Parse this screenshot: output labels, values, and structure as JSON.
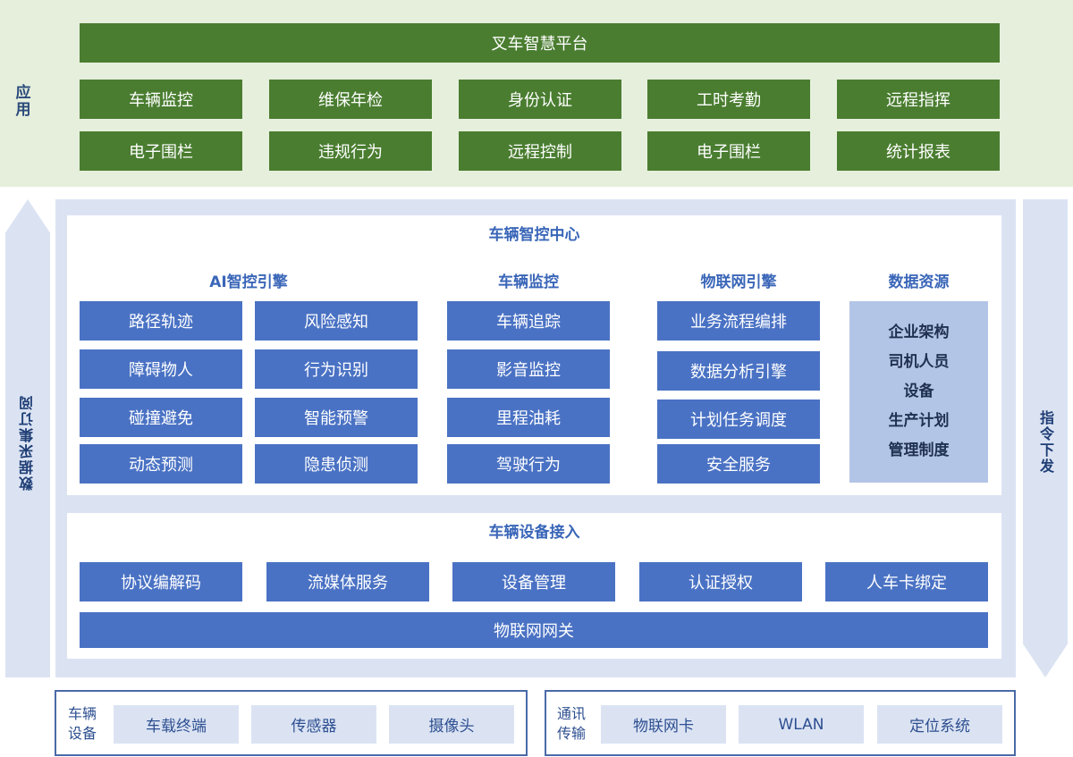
{
  "app_layer": {
    "label": "应用",
    "platform": "叉车智慧平台",
    "rows": [
      [
        "车辆监控",
        "维保年检",
        "身份认证",
        "工时考勤",
        "远程指挥"
      ],
      [
        "电子围栏",
        "违规行为",
        "远程控制",
        "电子围栏",
        "统计报表"
      ]
    ]
  },
  "left_arrow": "数据采集订阅",
  "right_arrow": "指令下发",
  "control_center": {
    "title": "车辆智控中心",
    "ai": {
      "title": "AI智控引擎",
      "col1": [
        "路径轨迹",
        "障碍物人",
        "碰撞避免",
        "动态预测"
      ],
      "col2": [
        "风险感知",
        "行为识别",
        "智能预警",
        "隐患侦测"
      ]
    },
    "monitor": {
      "title": "车辆监控",
      "items": [
        "车辆追踪",
        "影音监控",
        "里程油耗",
        "驾驶行为"
      ]
    },
    "iot": {
      "title": "物联网引擎",
      "items": [
        "业务流程编排",
        "数据分析引擎",
        "计划任务调度",
        "安全服务"
      ]
    },
    "resources": {
      "title": "数据资源",
      "items": [
        "企业架构",
        "司机人员",
        "设备",
        "生产计划",
        "管理制度"
      ]
    }
  },
  "device_access": {
    "title": "车辆设备接入",
    "items": [
      "协议编解码",
      "流媒体服务",
      "设备管理",
      "认证授权",
      "人车卡绑定"
    ],
    "gateway": "物联网网关"
  },
  "vehicle_devices": {
    "label": "车辆设备",
    "items": [
      "车载终端",
      "传感器",
      "摄像头"
    ]
  },
  "communication": {
    "label": "通讯传输",
    "items": [
      "物联网卡",
      "WLAN",
      "定位系统"
    ]
  }
}
